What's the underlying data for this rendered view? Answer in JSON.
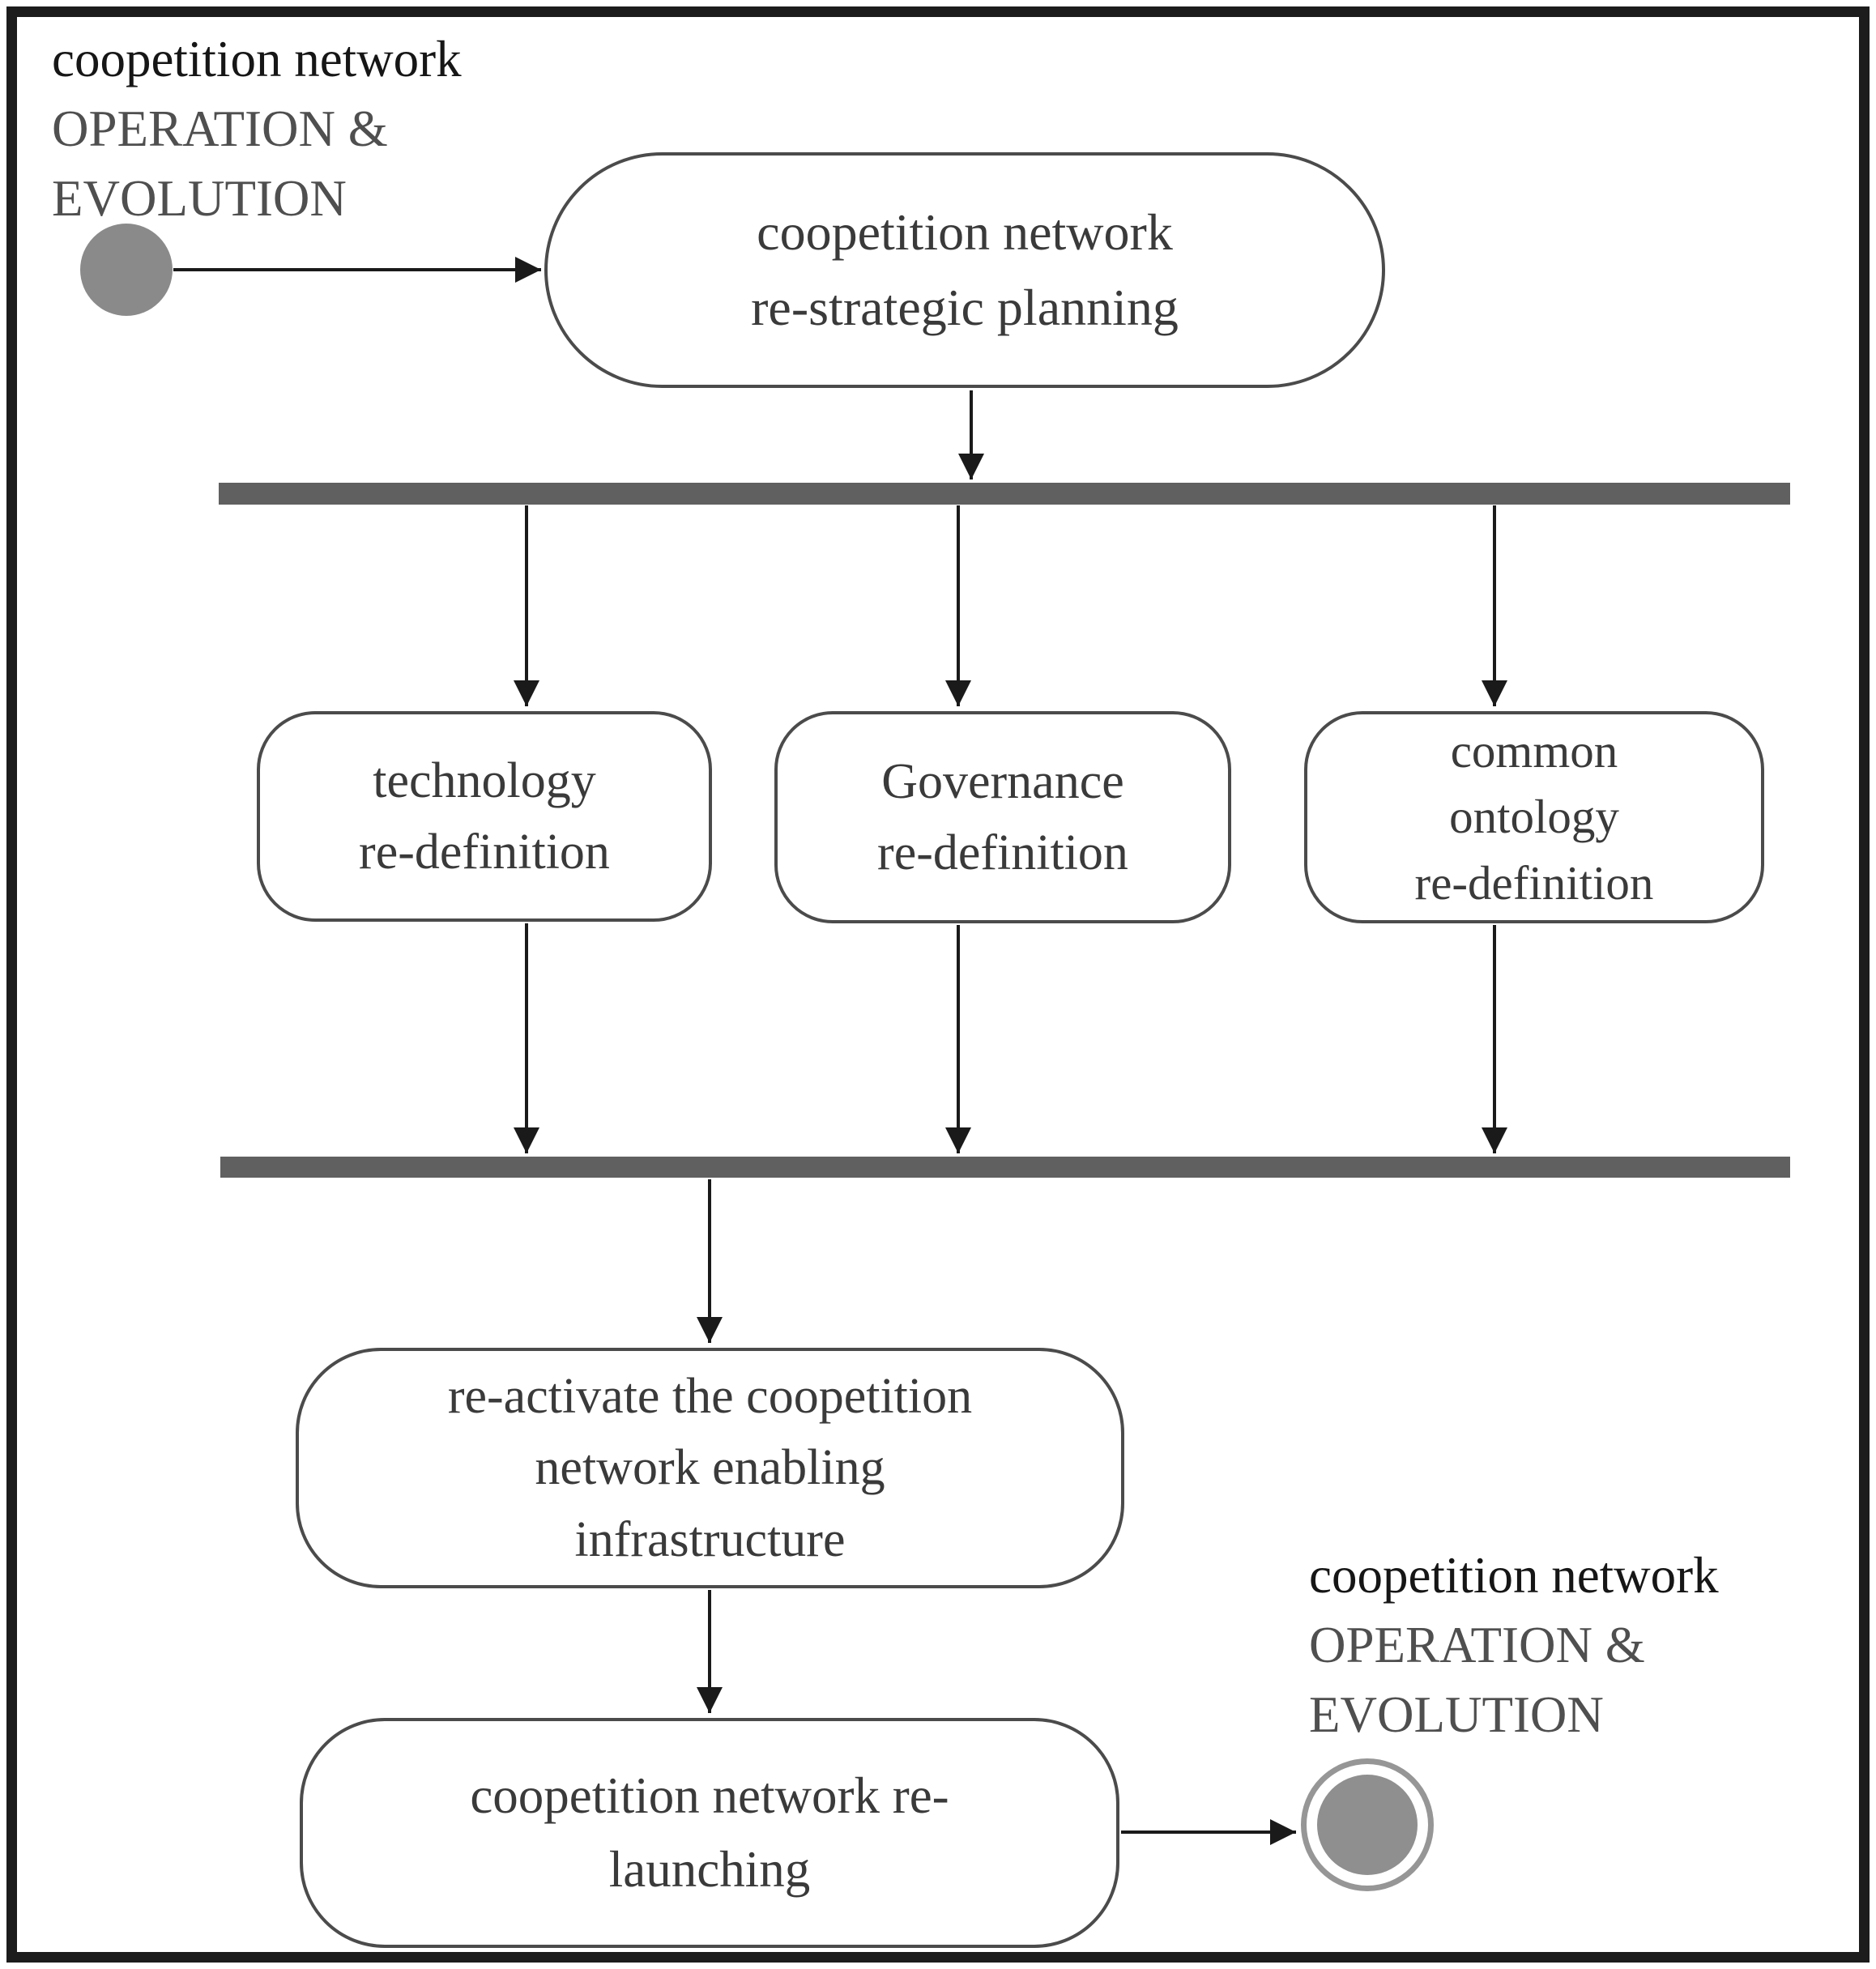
{
  "diagram": {
    "type": "uml-activity-diagram",
    "start_label": {
      "line1": "coopetition network",
      "line2": "OPERATION &",
      "line3": "EVOLUTION"
    },
    "end_label": {
      "line1": "coopetition network",
      "line2": "OPERATION &",
      "line3": "EVOLUTION"
    },
    "nodes": {
      "re_strategic": "coopetition network\nre-strategic  planning",
      "technology": "technology\nre-definition",
      "governance": "Governance\nre-definition",
      "ontology": "common\nontology\nre-definition",
      "re_activate": "re-activate the coopetition\nnetwork enabling\ninfrastructure",
      "re_launch": "coopetition network re-\nlaunching"
    },
    "flow": [
      "start -> coopetition network re-strategic planning",
      "re-strategic planning -> fork bar",
      "fork bar -> technology re-definition",
      "fork bar -> Governance re-definition",
      "fork bar -> common ontology re-definition",
      "technology re-definition -> join bar",
      "Governance re-definition -> join bar",
      "common ontology re-definition -> join bar",
      "join bar -> re-activate the coopetition network enabling infrastructure",
      "re-activate infrastructure -> coopetition network re-launching",
      "re-launching -> final node"
    ],
    "colors": {
      "frame": "#1c1c1c",
      "sync_bar": "#606060",
      "node_border": "#4b4b4b",
      "node_fill": "#ffffff",
      "node_text": "#3a3a3a",
      "start_node_fill": "#8a8a8a",
      "final_node_fill": "#8f8f8f",
      "final_node_ring": "#969696",
      "arrow": "#1a1a1a",
      "label_primary": "#161616",
      "label_secondary": "#4f4f4f"
    }
  }
}
